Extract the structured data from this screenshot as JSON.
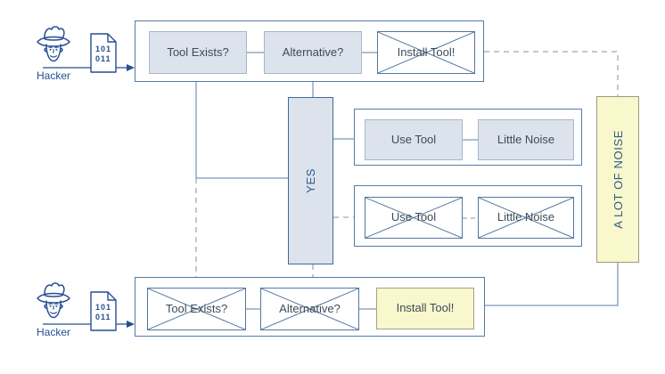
{
  "diagram": {
    "actor_top": {
      "label": "Hacker",
      "file": [
        "101",
        "011"
      ]
    },
    "actor_bottom": {
      "label": "Hacker",
      "file": [
        "101",
        "011"
      ]
    },
    "top_flow": {
      "steps": [
        "Tool Exists?",
        "Alternative?",
        "Install Tool!"
      ]
    },
    "bottom_flow": {
      "steps": [
        "Tool Exists?",
        "Alternative?",
        "Install Tool!"
      ]
    },
    "quiet_path": {
      "steps": [
        "Use Tool",
        "Little Noise"
      ]
    },
    "noisy_path": {
      "steps": [
        "Use Tool",
        "Little Noise"
      ]
    },
    "yes_label": "YES",
    "noise_label": "A LOT OF NOISE",
    "colors": {
      "node_fill": "#dce3ed",
      "node_border": "#a9b7c7",
      "container_border": "#567ca8",
      "crossed_border": "#54779f",
      "highlight_fill": "#f9f7cc",
      "highlight_border": "#a3a388",
      "solid_edge": "#5a7ea6",
      "dashed_edge": "#7c92aa",
      "actor_edge": "#264f92",
      "node_text": "#3f4b58",
      "accent_text": "#2d5c8a",
      "icon_stroke": "#264f92"
    }
  }
}
